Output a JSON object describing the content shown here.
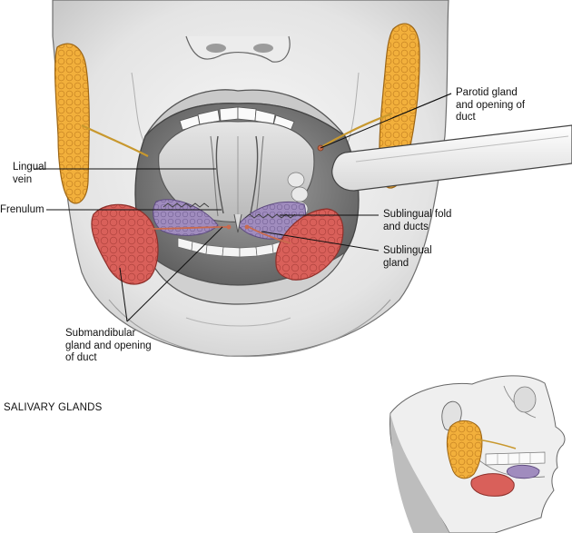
{
  "figure": {
    "title": "SALIVARY GLANDS"
  },
  "labels": {
    "lingual_vein": "Lingual vein",
    "frenulum": "Frenulum",
    "submandibular": "Submandibular gland and opening of duct",
    "parotid": "Parotid gland and opening of duct",
    "sublingual_fold": "Sublingual fold and ducts",
    "sublingual_gland": "Sublingual gland"
  },
  "colors": {
    "parotid_gland": "#f2b03c",
    "submandibular_gland": "#d9605a",
    "sublingual_gland": "#9a86b8",
    "skin_shade": "#d4d4d4",
    "mouth_interior": "#8a8a8a"
  }
}
